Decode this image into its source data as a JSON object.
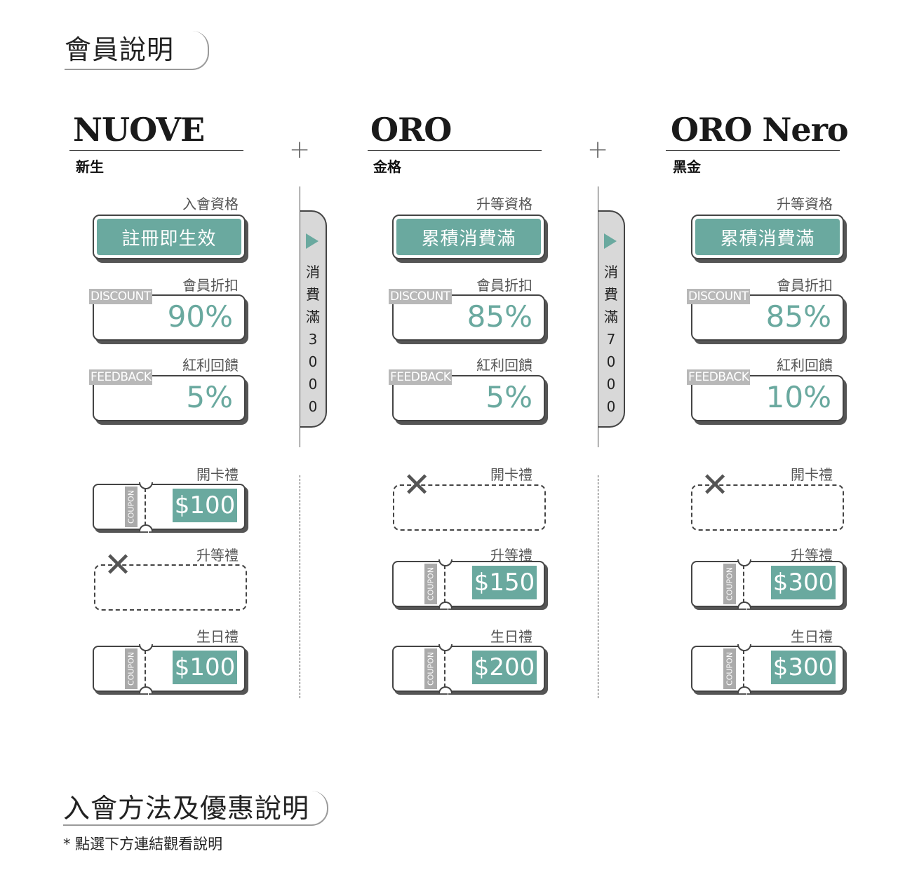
{
  "header": {
    "title": "會員說明"
  },
  "tiers": [
    {
      "name": "NUOVE",
      "subtitle": "新生",
      "qual_label": "入會資格",
      "qual_value": "註冊即生效",
      "discount_label": "會員折扣",
      "discount_tag": "DISCOUNT",
      "discount_value": "90%",
      "feedback_label": "紅利回饋",
      "feedback_tag": "FEEDBACK",
      "feedback_value": "5%",
      "open_gift_label": "開卡禮",
      "open_gift_value": "$100",
      "upgrade_gift_label": "升等禮",
      "birthday_gift_label": "生日禮",
      "birthday_gift_value": "$100"
    },
    {
      "name": "ORO",
      "subtitle": "金格",
      "qual_label": "升等資格",
      "qual_value": "累積消費滿",
      "discount_label": "會員折扣",
      "discount_tag": "DISCOUNT",
      "discount_value": "85%",
      "feedback_label": "紅利回饋",
      "feedback_tag": "FEEDBACK",
      "feedback_value": "5%",
      "open_gift_label": "開卡禮",
      "upgrade_gift_label": "升等禮",
      "upgrade_gift_value": "$150",
      "birthday_gift_label": "生日禮",
      "birthday_gift_value": "$200"
    },
    {
      "name": "ORO Nero",
      "subtitle": "黑金",
      "qual_label": "升等資格",
      "qual_value": "累積消費滿",
      "discount_label": "會員折扣",
      "discount_tag": "DISCOUNT",
      "discount_value": "85%",
      "feedback_label": "紅利回饋",
      "feedback_tag": "FEEDBACK",
      "feedback_value": "10%",
      "open_gift_label": "開卡禮",
      "upgrade_gift_label": "升等禮",
      "upgrade_gift_value": "$300",
      "birthday_gift_label": "生日禮",
      "birthday_gift_value": "$300"
    }
  ],
  "coupon_tag": "COUPON",
  "thresholds": [
    {
      "chars": [
        "消",
        "費",
        "滿",
        "3",
        "0",
        "0",
        "0"
      ]
    },
    {
      "chars": [
        "消",
        "費",
        "滿",
        "7",
        "0",
        "0",
        "0"
      ]
    }
  ],
  "footer": {
    "title": "入會方法及優惠說明",
    "note": "* 點選下方連結觀看說明"
  },
  "colors": {
    "accent": "#6aa99f",
    "tag_gray": "#b8b8b8",
    "pill_gray": "#d8d8d8"
  }
}
